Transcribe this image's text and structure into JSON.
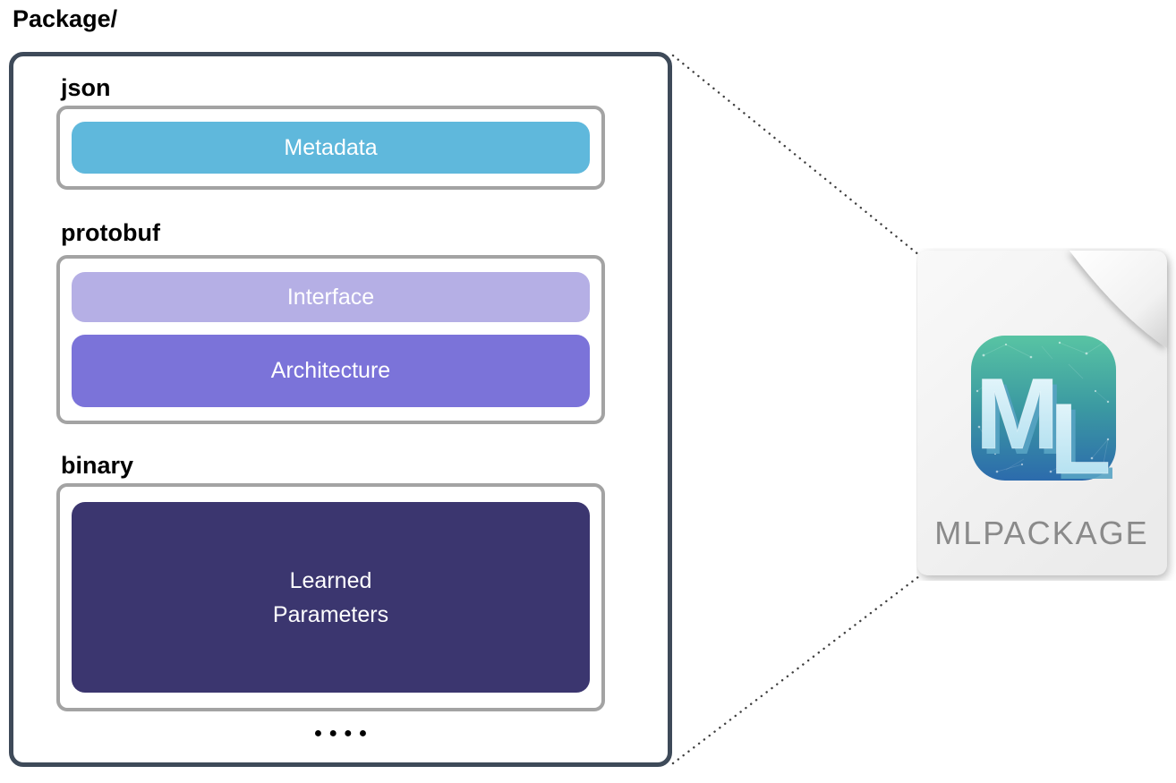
{
  "title": "Package/",
  "package": {
    "sections": [
      {
        "label": "json",
        "items": [
          {
            "label": "Metadata",
            "color": "#5FB8DC"
          }
        ]
      },
      {
        "label": "protobuf",
        "items": [
          {
            "label": "Interface",
            "color": "#B5AFE5"
          },
          {
            "label": "Architecture",
            "color": "#7B73D9"
          }
        ]
      },
      {
        "label": "binary",
        "items": [
          {
            "label": "Learned Parameters",
            "lines": [
              "Learned",
              "Parameters"
            ],
            "color": "#3B366F"
          }
        ]
      }
    ],
    "ellipsis": "●●●●"
  },
  "file_icon": {
    "logo_letters": [
      "M",
      "L"
    ],
    "caption": "MLPACKAGE",
    "logo_gradient": {
      "top": "#58C4A3",
      "middle": "#3B99A2",
      "bottom": "#2C6BAC"
    }
  },
  "colors": {
    "container_border": "#3E4A59",
    "section_box_border": "#A3A3A3",
    "item_text": "#FFFFFF",
    "label_text": "#000000",
    "caption_text": "#8A8A8A",
    "connector_dots": "#3F3F3F"
  }
}
